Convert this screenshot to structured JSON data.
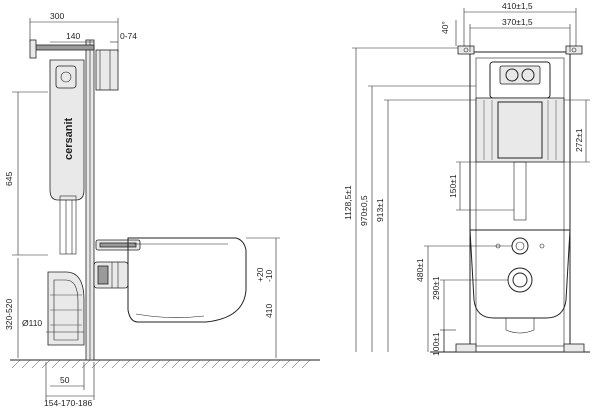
{
  "brand": "cersanit",
  "left_view": {
    "dims": {
      "d300": "300",
      "d140": "140",
      "d074": "0-74",
      "d645": "645",
      "d320_520": "320-520",
      "d110": "Ø110",
      "d50": "50",
      "d154": "154-170-186",
      "d20": "+20",
      "d10": "-10",
      "d410": "410"
    }
  },
  "right_view": {
    "dims": {
      "angle": "40°",
      "w410": "410±1,5",
      "w370": "370±1,5",
      "h1128": "1128,5±1",
      "h970": "970±0,5",
      "h913": "913±1",
      "h272": "272±1",
      "h150": "150±1",
      "h480": "480±1",
      "h290": "290±1",
      "h100": "100±1"
    }
  }
}
